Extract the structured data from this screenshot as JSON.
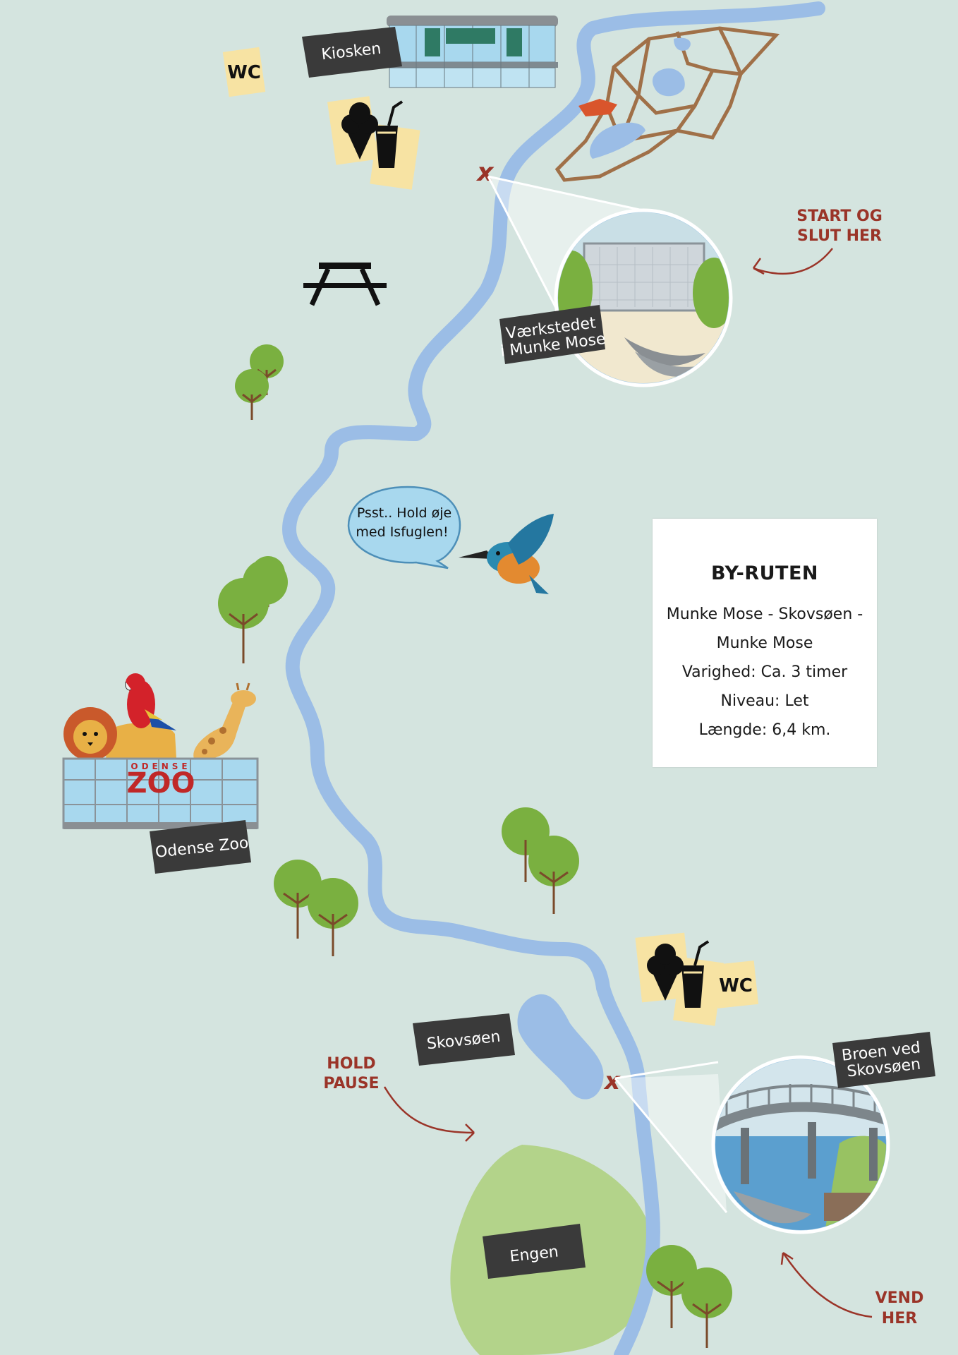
{
  "labels": {
    "kiosken": "Kiosken",
    "vaerkstedet_line1": "Værkstedet",
    "vaerkstedet_line2": "i Munke Mose",
    "odense_zoo": "Odense Zoo",
    "skovsoeen": "Skovsøen",
    "engen": "Engen",
    "broen_line1": "Broen ved",
    "broen_line2": "Skovsøen"
  },
  "wc_labels": [
    "WC",
    "WC"
  ],
  "annotations": {
    "start_line1": "START OG",
    "start_line2": "SLUT HER",
    "pause_line1": "HOLD",
    "pause_line2": "PAUSE",
    "vend_line1": "VEND",
    "vend_line2": "HER"
  },
  "speech_bubble": {
    "line1": "Psst.. Hold øje",
    "line2": "med Isfuglen!"
  },
  "zoo_sign": {
    "small": "ODENSE",
    "big": "ZOO"
  },
  "route_info": {
    "title": "BY-RUTEN",
    "lines": [
      "Munke Mose - Skovsøen -",
      "Munke Mose",
      "Varighed: Ca. 3 timer",
      "Niveau: Let",
      "Længde: 6,4 km."
    ]
  },
  "markers": [
    "x",
    "x"
  ],
  "icons": [
    "wc-icon",
    "ice-cream-icon",
    "drink-icon",
    "picnic-table-icon",
    "tree-icon",
    "kingfisher-icon",
    "lion-icon",
    "parrot-icon",
    "giraffe-icon",
    "canoe-icon",
    "bridge-icon",
    "kiosk-building-icon"
  ],
  "colors": {
    "background": "#d4e4df",
    "river": "#9bbde6",
    "meadow": "#b3d38a",
    "plaque": "#3a3a3a",
    "annotation_red": "#9a3428",
    "sticky_note": "#f7e3a3",
    "tree_green": "#7ab040"
  }
}
